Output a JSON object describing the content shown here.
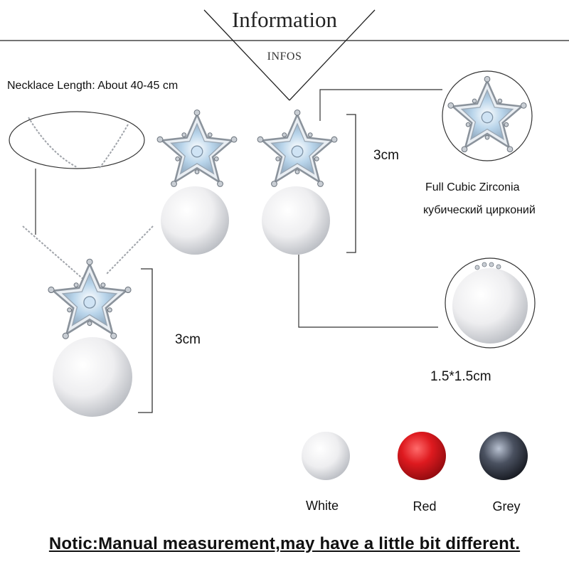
{
  "header": {
    "title": "Information",
    "subtitle": "INFOS"
  },
  "necklace": {
    "length_label": "Necklace Length: About 40-45 cm",
    "pendant_size": "3cm"
  },
  "earring": {
    "size": "3cm",
    "zirconia_en": "Full Cubic Zirconia",
    "zirconia_ru": "кубический цирконий",
    "pearl_size": "1.5*1.5cm"
  },
  "colors": [
    {
      "name": "White",
      "hex": "#e8e8ea"
    },
    {
      "name": "Red",
      "hex": "#d8161c"
    },
    {
      "name": "Grey",
      "hex": "#2c313c"
    }
  ],
  "notice": "Notic:Manual measurement,may have a little bit different.",
  "icons": [
    "necklace-chain-icon",
    "flower-pendant-icon",
    "pearl-icon",
    "zirconia-flower-icon"
  ]
}
